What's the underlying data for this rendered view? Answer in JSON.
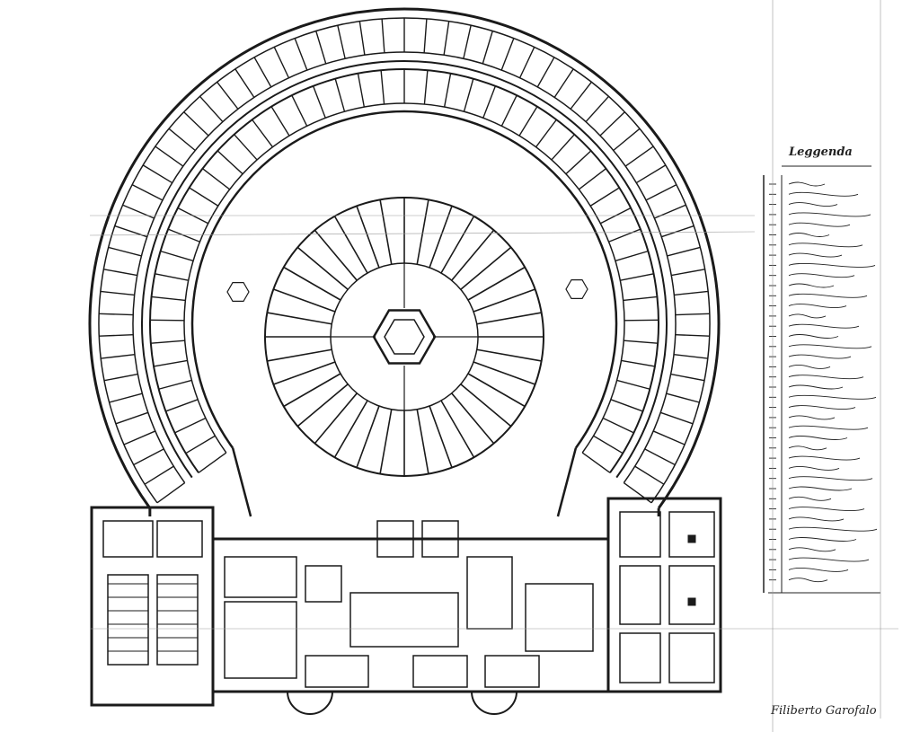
{
  "drawing": {
    "type": "architectural floor plan",
    "ink_color": "#1a1a1a",
    "paper_color": "#ffffff",
    "radial_spokes": 36,
    "outer_ring_cells": 60,
    "inner_ring_cells": 48
  },
  "legend": {
    "title": "Leggenda",
    "entry_count": 40
  },
  "signature": "Filiberto Garofalo"
}
